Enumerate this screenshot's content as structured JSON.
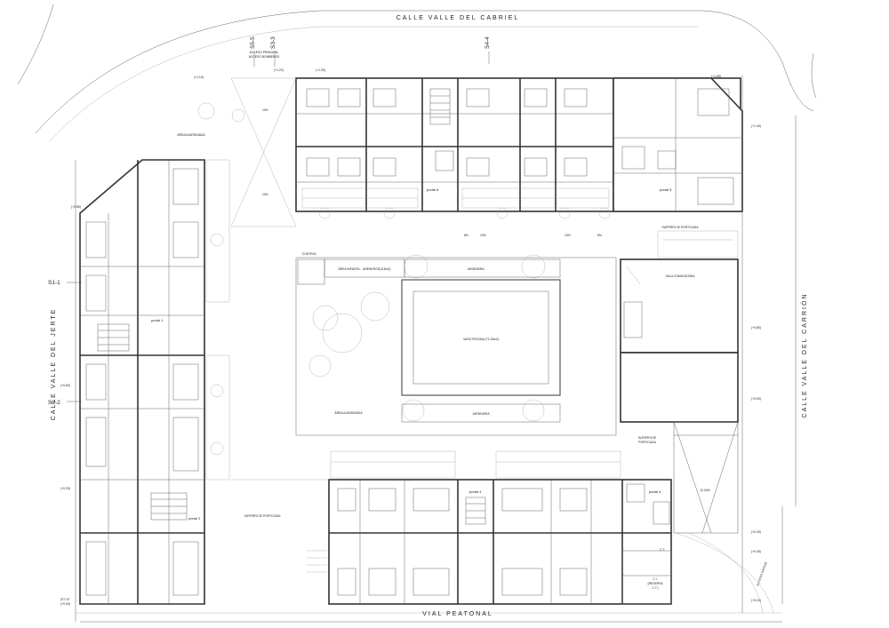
{
  "streets": {
    "north": "CALLE VALLE DEL CABRIEL",
    "west": "CALLE VALLE DEL JERTE",
    "east": "CALLE VALLE DEL CARRIÓN",
    "south": "VIAL PEATONAL"
  },
  "sections": {
    "s55": "S5-5",
    "s33": "S3-3",
    "s44": "S4-4",
    "s11": "S1-1",
    "s22": "S2-2"
  },
  "labels": {
    "acceso_principal": "ACCESO PRINCIPAL",
    "acceso_bomberos": "ACCESO BOMBEROS",
    "area_ajardinada_nw": "ÁREA AJARDINADA",
    "area_ajardinada_center": "ÁREA AJARDINADA",
    "control": "CONTROL",
    "area_infantil": "ÁREA INFANTIL - ARENEROS(115m2)",
    "jardinera_top": "JARDINERA",
    "jardinera_bottom": "JARDINERA",
    "vaso_piscina": "VASO PISCINA (71.23m2)",
    "sala_comunitaria": "SALA COMUNITARIA",
    "superficie_porticada_ne": "SUPERFICIE PORTICADA",
    "superficie_porticada_e1": "SUPERFICIE",
    "superficie_porticada_e2": "PORTICADA",
    "superficie_porticada_sw": "SUPERFICIE PORTICADA",
    "portal_1": "portal 1",
    "portal_2": "portal 2",
    "portal_3": "portal 3",
    "portal_4": "portal 4",
    "portal_5": "portal 5",
    "portal_6": "portal 6",
    "acceso_garaje": "ACCESO GARAJE",
    "ramp_slope": "12.34%",
    "ct": "C.T.",
    "ct_reserva_1": "C.I.",
    "ct_reserva_2": "(RESERVA",
    "ct_reserva_3": "C.T.)"
  },
  "levels": {
    "l116": "(+1.16)",
    "l122": "(+1.22)",
    "l125": "(+1.25)",
    "l165": "(+1.65)",
    "l145": "(+1.45)",
    "l085": "(+0.85)",
    "l060": "(+0.60)",
    "l025": "(+0.25)",
    "l085e": "(+0.85)",
    "l063": "(+0.63)",
    "l025e": "(+0.25)",
    "l010": "(+0.10)",
    "l000": "(+0.00)",
    "l045": "(+0.45)",
    "elev": "577.67"
  },
  "slopes": {
    "p1": "10%",
    "p2": "10%",
    "p3": "10%",
    "p4": "10%",
    "p5": "8%",
    "p6": "8%"
  },
  "colors": {
    "line": "#333333",
    "background": "#ffffff"
  }
}
